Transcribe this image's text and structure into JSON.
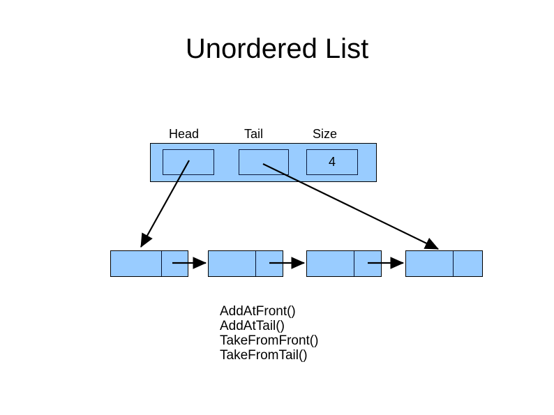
{
  "title": "Unordered List",
  "header_labels": {
    "head": "Head",
    "tail": "Tail",
    "size": "Size"
  },
  "list_state": {
    "size_value": "4",
    "node_count": 4
  },
  "methods": [
    "AddAtFront()",
    "AddAtTail()",
    "TakeFromFront()",
    "TakeFromTail()"
  ],
  "colors": {
    "background": "#FFFFFF",
    "box_fill": "#99CCFF",
    "outer_border": "#000000",
    "inner_border": "#0B1A40",
    "arrow": "#000000"
  }
}
